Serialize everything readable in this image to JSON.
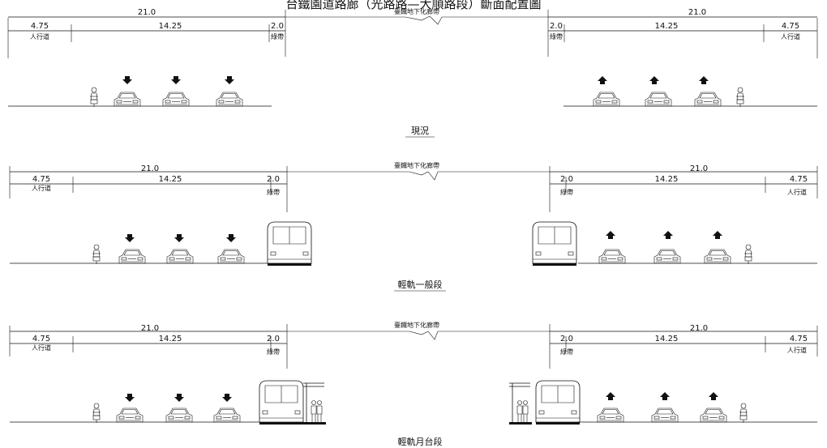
{
  "title": "台鐵園道路廊（光路路—大順路段）斷面配置圖",
  "dims": {
    "total": "21.0",
    "sidewalk": "4.75",
    "roadway": "14.25",
    "greenbelt": "2.0",
    "sidewalk_label": "人行道",
    "greenbelt_label": "綠帶",
    "center_label": "臺鐵地下化廊帶"
  },
  "sections": [
    {
      "id": "existing",
      "caption": "現況"
    },
    {
      "id": "lrt-general",
      "caption": "輕軌一般段"
    },
    {
      "id": "lrt-platform",
      "caption": "輕軌月台段"
    }
  ],
  "colors": {
    "ink": "#111111",
    "paper": "#ffffff"
  }
}
